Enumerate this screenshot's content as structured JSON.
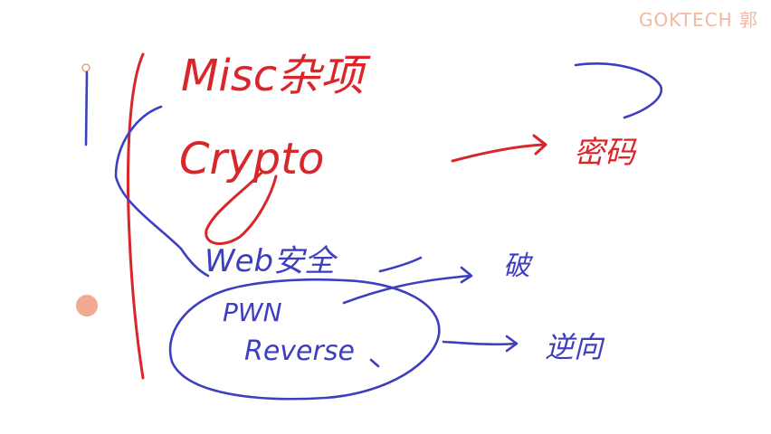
{
  "watermark": "GOKTECH  郭",
  "notes": {
    "misc": "Misc杂项",
    "crypto": "Crypto",
    "crypto_arrow_target": "密码",
    "web": "Web安全",
    "pwn": "PWN",
    "pwn_arrow_target": "破",
    "reverse": "Reverse",
    "reverse_arrow_target": "逆向"
  },
  "colors": {
    "red_ink": "#d8262b",
    "blue_ink": "#3d3fbf",
    "pointer_dot": "#f2a98f",
    "watermark": "#f0b9a0"
  }
}
